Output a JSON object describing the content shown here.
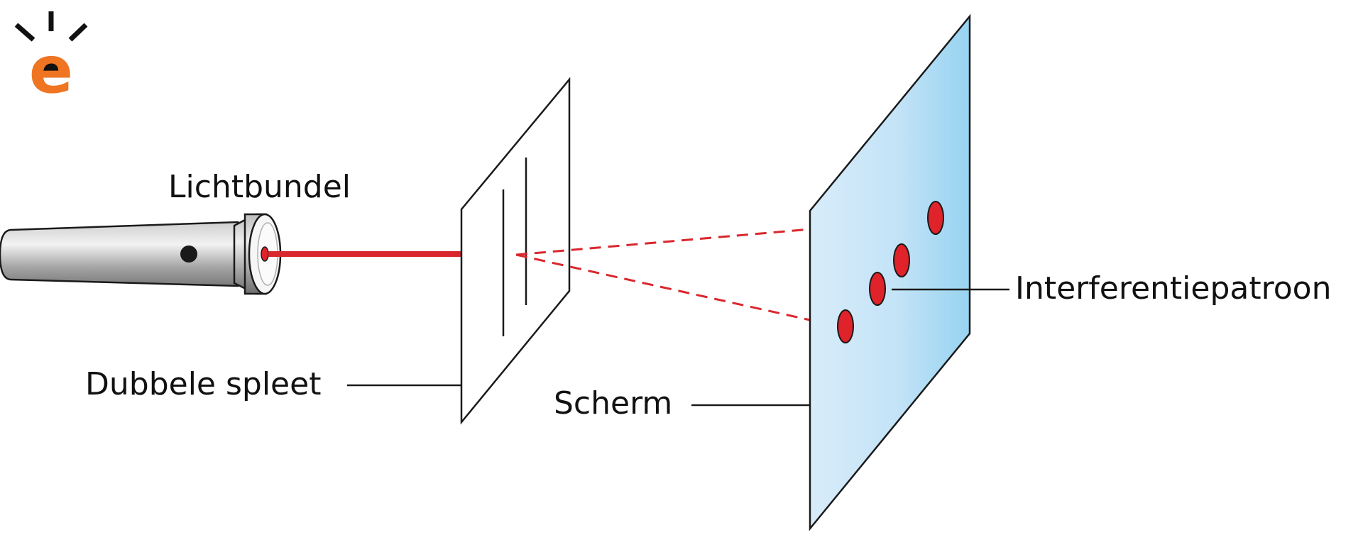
{
  "diagram": {
    "labels": {
      "light_beam": "Lichtbundel",
      "double_slit": "Dubbele spleet",
      "screen": "Scherm",
      "interference_pattern": "Interferentiepatroon"
    },
    "logo": {
      "letter": "e",
      "color": "#ef7522",
      "rays_color": "#111111"
    },
    "colors": {
      "beam": "#d9272e",
      "spot": "#e0222a",
      "screen_light": "#d6ebfa",
      "screen_dark": "#9fd6f2",
      "outline": "#1a1a1a"
    },
    "icons": {
      "flashlight": "flashlight-icon",
      "logo": "logo-icon"
    }
  }
}
